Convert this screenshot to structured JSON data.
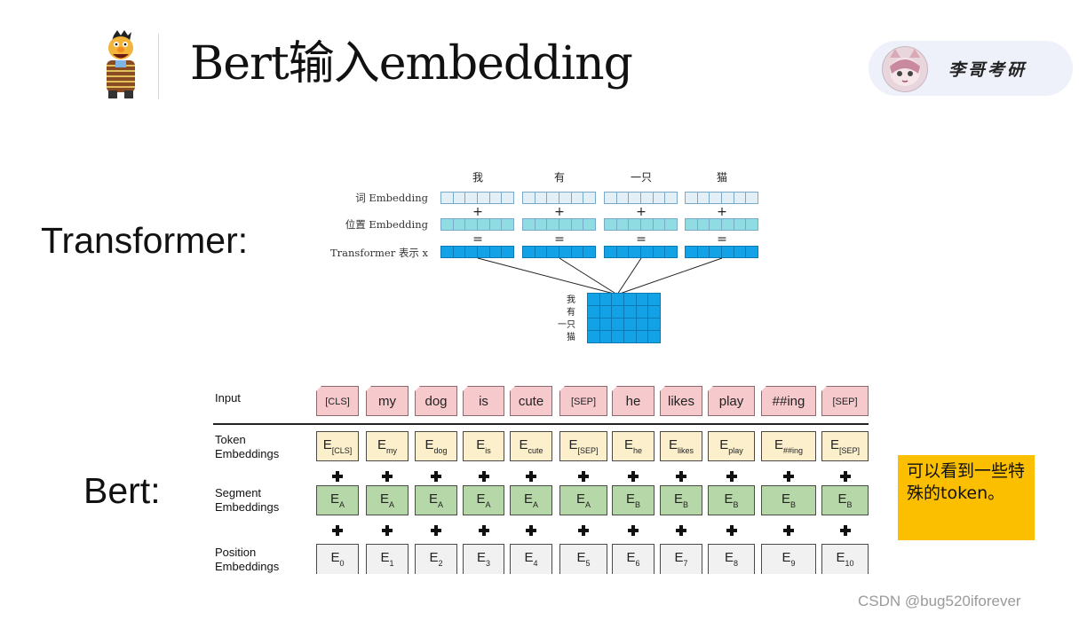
{
  "header": {
    "title": "Bert输入embedding",
    "brand_name": "李哥考研"
  },
  "sections": {
    "transformer_label": "Transformer:",
    "bert_label": "Bert:"
  },
  "transformer_figure": {
    "words": [
      "我",
      "有",
      "一只",
      "猫"
    ],
    "row_labels": [
      "词 Embedding",
      "位置 Embedding",
      "Transformer 表示 x"
    ],
    "op_plus": "+",
    "op_equal": "=",
    "matrix_words": [
      "我",
      "有",
      "一只",
      "猫"
    ]
  },
  "bert_figure": {
    "row_labels": {
      "input": "Input",
      "token": "Token Embeddings",
      "segment": "Segment Embeddings",
      "position": "Position Embeddings"
    },
    "input_tokens": [
      "[CLS]",
      "my",
      "dog",
      "is",
      "cute",
      "[SEP]",
      "he",
      "likes",
      "play",
      "##ing",
      "[SEP]"
    ],
    "token_embeddings": [
      {
        "base": "E",
        "sub": "[CLS]"
      },
      {
        "base": "E",
        "sub": "my"
      },
      {
        "base": "E",
        "sub": "dog"
      },
      {
        "base": "E",
        "sub": "is"
      },
      {
        "base": "E",
        "sub": "cute"
      },
      {
        "base": "E",
        "sub": "[SEP]"
      },
      {
        "base": "E",
        "sub": "he"
      },
      {
        "base": "E",
        "sub": "likes"
      },
      {
        "base": "E",
        "sub": "play"
      },
      {
        "base": "E",
        "sub": "##ing"
      },
      {
        "base": "E",
        "sub": "[SEP]"
      }
    ],
    "segment_embeddings": [
      {
        "base": "E",
        "sub": "A"
      },
      {
        "base": "E",
        "sub": "A"
      },
      {
        "base": "E",
        "sub": "A"
      },
      {
        "base": "E",
        "sub": "A"
      },
      {
        "base": "E",
        "sub": "A"
      },
      {
        "base": "E",
        "sub": "A"
      },
      {
        "base": "E",
        "sub": "B"
      },
      {
        "base": "E",
        "sub": "B"
      },
      {
        "base": "E",
        "sub": "B"
      },
      {
        "base": "E",
        "sub": "B"
      },
      {
        "base": "E",
        "sub": "B"
      }
    ],
    "position_embeddings": [
      {
        "base": "E",
        "sub": "0"
      },
      {
        "base": "E",
        "sub": "1"
      },
      {
        "base": "E",
        "sub": "2"
      },
      {
        "base": "E",
        "sub": "3"
      },
      {
        "base": "E",
        "sub": "4"
      },
      {
        "base": "E",
        "sub": "5"
      },
      {
        "base": "E",
        "sub": "6"
      },
      {
        "base": "E",
        "sub": "7"
      },
      {
        "base": "E",
        "sub": "8"
      },
      {
        "base": "E",
        "sub": "9"
      },
      {
        "base": "E",
        "sub": "10"
      }
    ]
  },
  "note": {
    "text": "可以看到一些特殊的token。"
  },
  "watermark": "CSDN @bug520iforever",
  "colors": {
    "token_input": "#f6c9cc",
    "token_embedding": "#fbefcc",
    "segment_embedding": "#b6d7a8",
    "position_embedding": "#f1f1f1",
    "note_background": "#fbbf00",
    "transformer_vector": "#14a2e6"
  }
}
